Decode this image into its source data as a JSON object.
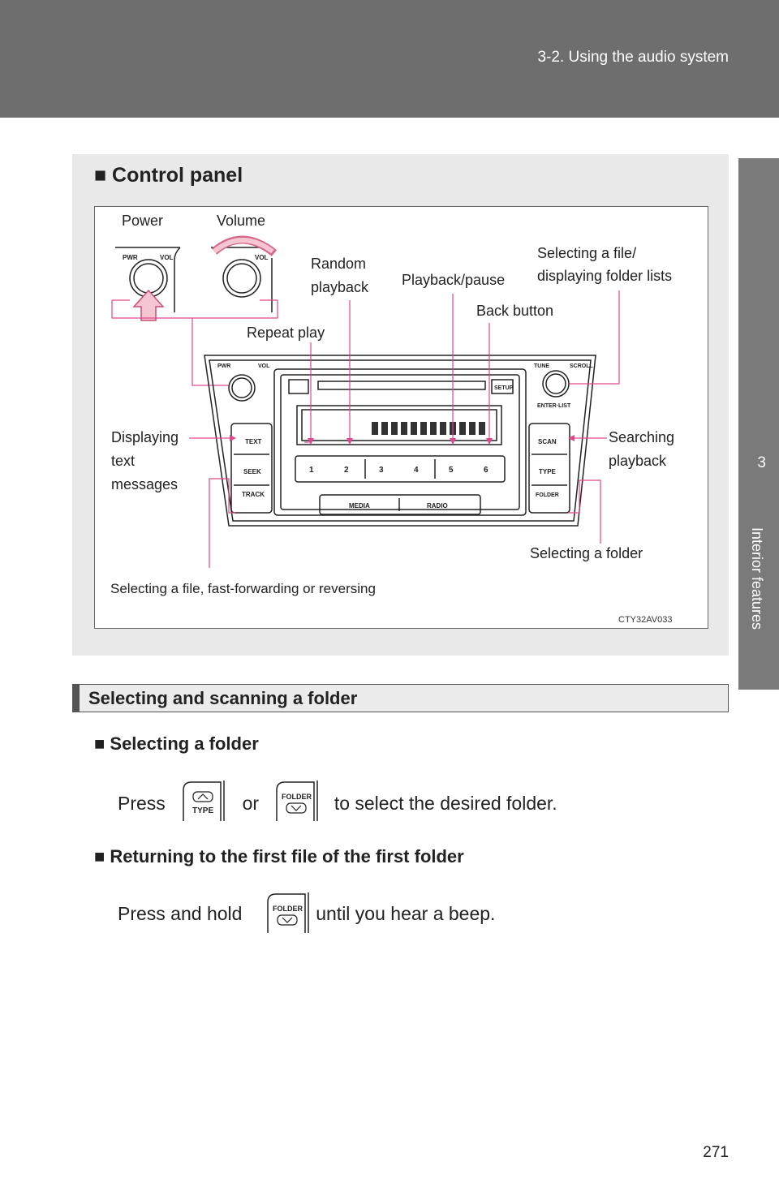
{
  "header": {
    "title": "3-2. Using the audio system"
  },
  "side_tab": {
    "number": "3",
    "label": "Interior features"
  },
  "control_panel": {
    "heading": "■ Control panel",
    "figure_code": "CTY32AV033",
    "callouts": {
      "power": "Power",
      "volume": "Volume",
      "random_1": "Random",
      "random_2": "playback",
      "playback_pause": "Playback/pause",
      "select_file_1": "Selecting a file/",
      "select_file_2": "displaying folder lists",
      "back_button": "Back button",
      "repeat_play": "Repeat play",
      "displaying_1": "Displaying",
      "displaying_2": "text",
      "displaying_3": "messages",
      "searching_1": "Searching",
      "searching_2": "playback",
      "selecting_folder": "Selecting a folder",
      "selecting_file_ff": "Selecting a file, fast-forwarding or reversing"
    },
    "device_labels": {
      "pwr": "PWR",
      "vol": "VOL",
      "tune": "TUNE",
      "scroll": "SCROLL",
      "enter_list": "ENTER·LIST",
      "setup": "SETUP",
      "text": "TEXT",
      "seek": "SEEK",
      "track": "TRACK",
      "scan": "SCAN",
      "type": "TYPE",
      "folder": "FOLDER",
      "media": "MEDIA",
      "radio": "RADIO",
      "presets": [
        "1",
        "2",
        "3",
        "4",
        "5",
        "6"
      ]
    }
  },
  "section": {
    "title": "Selecting and scanning a folder",
    "sub1": {
      "heading": "■ Selecting a folder",
      "press": "Press",
      "or": "or",
      "tail": "to select the desired folder."
    },
    "sub2": {
      "heading": "■ Returning to the first file of the first folder",
      "press": "Press and hold",
      "tail": "until you hear a beep."
    },
    "buttons": {
      "type": "TYPE",
      "folder": "FOLDER"
    }
  },
  "page_number": "271"
}
